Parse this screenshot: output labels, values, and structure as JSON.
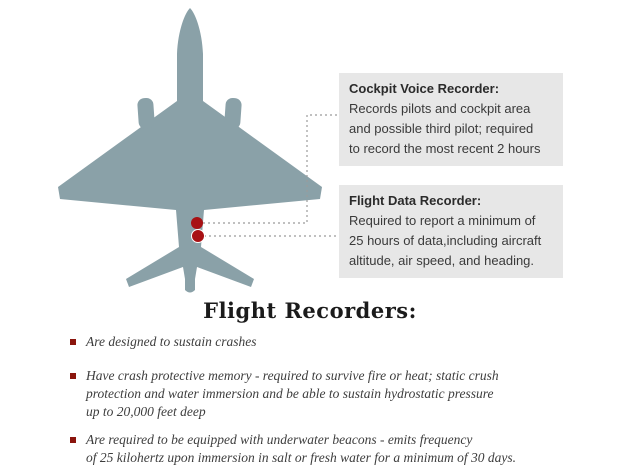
{
  "colors": {
    "plane": "#8aa1a8",
    "recorder_dot": "#a81114",
    "box_bg": "#e7e7e7",
    "connector_line": "#9b9b9b",
    "bullet_square": "#8b150d"
  },
  "diagram": {
    "plane": "top-down airplane silhouette",
    "callouts": [
      {
        "title": "Cockpit Voice Recorder:",
        "body": "Records pilots and cockpit area\nand possible third pilot; required\nto record the most recent 2 hours"
      },
      {
        "title": "Flight Data Recorder:",
        "body": "Required to report a minimum of\n25 hours of data,including aircraft\naltitude, air speed, and heading."
      }
    ]
  },
  "section": {
    "title": "Flight Recorders:",
    "bullets": [
      "Are designed to sustain crashes",
      "Have crash protective memory - required to survive fire or heat; static crush\nprotection and water immersion and be able to sustain hydrostatic pressure\nup to 20,000 feet deep",
      "Are required to be equipped with underwater beacons - emits frequency\nof 25 kilohertz upon immersion in salt or fresh water for a minimum of 30 days."
    ]
  }
}
